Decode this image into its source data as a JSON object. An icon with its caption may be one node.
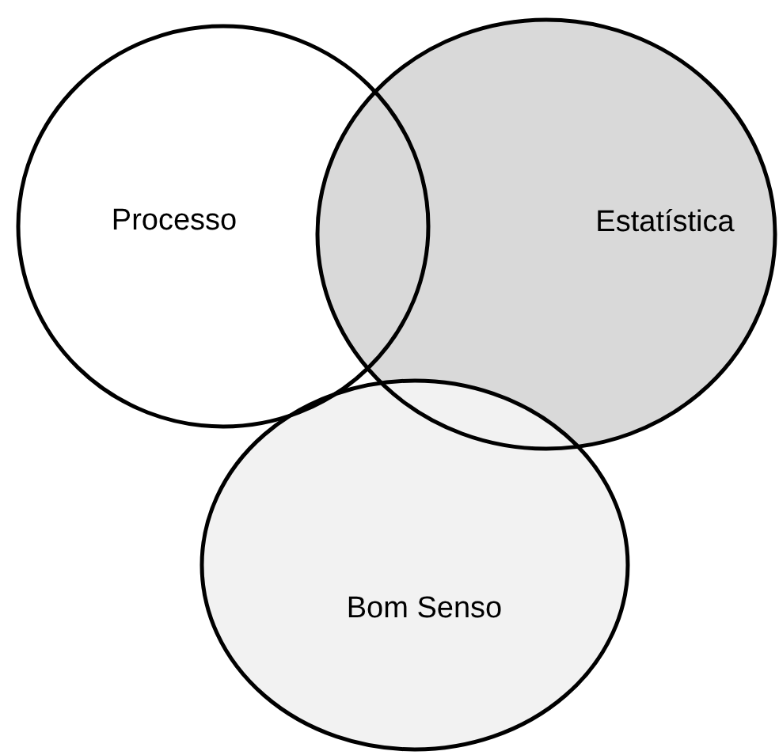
{
  "diagram": {
    "nodes": [
      {
        "text": [
          "Processo"
        ]
      },
      {
        "text": [
          "Estatística"
        ]
      },
      {
        "text": [
          "Bom Senso"
        ]
      }
    ]
  }
}
